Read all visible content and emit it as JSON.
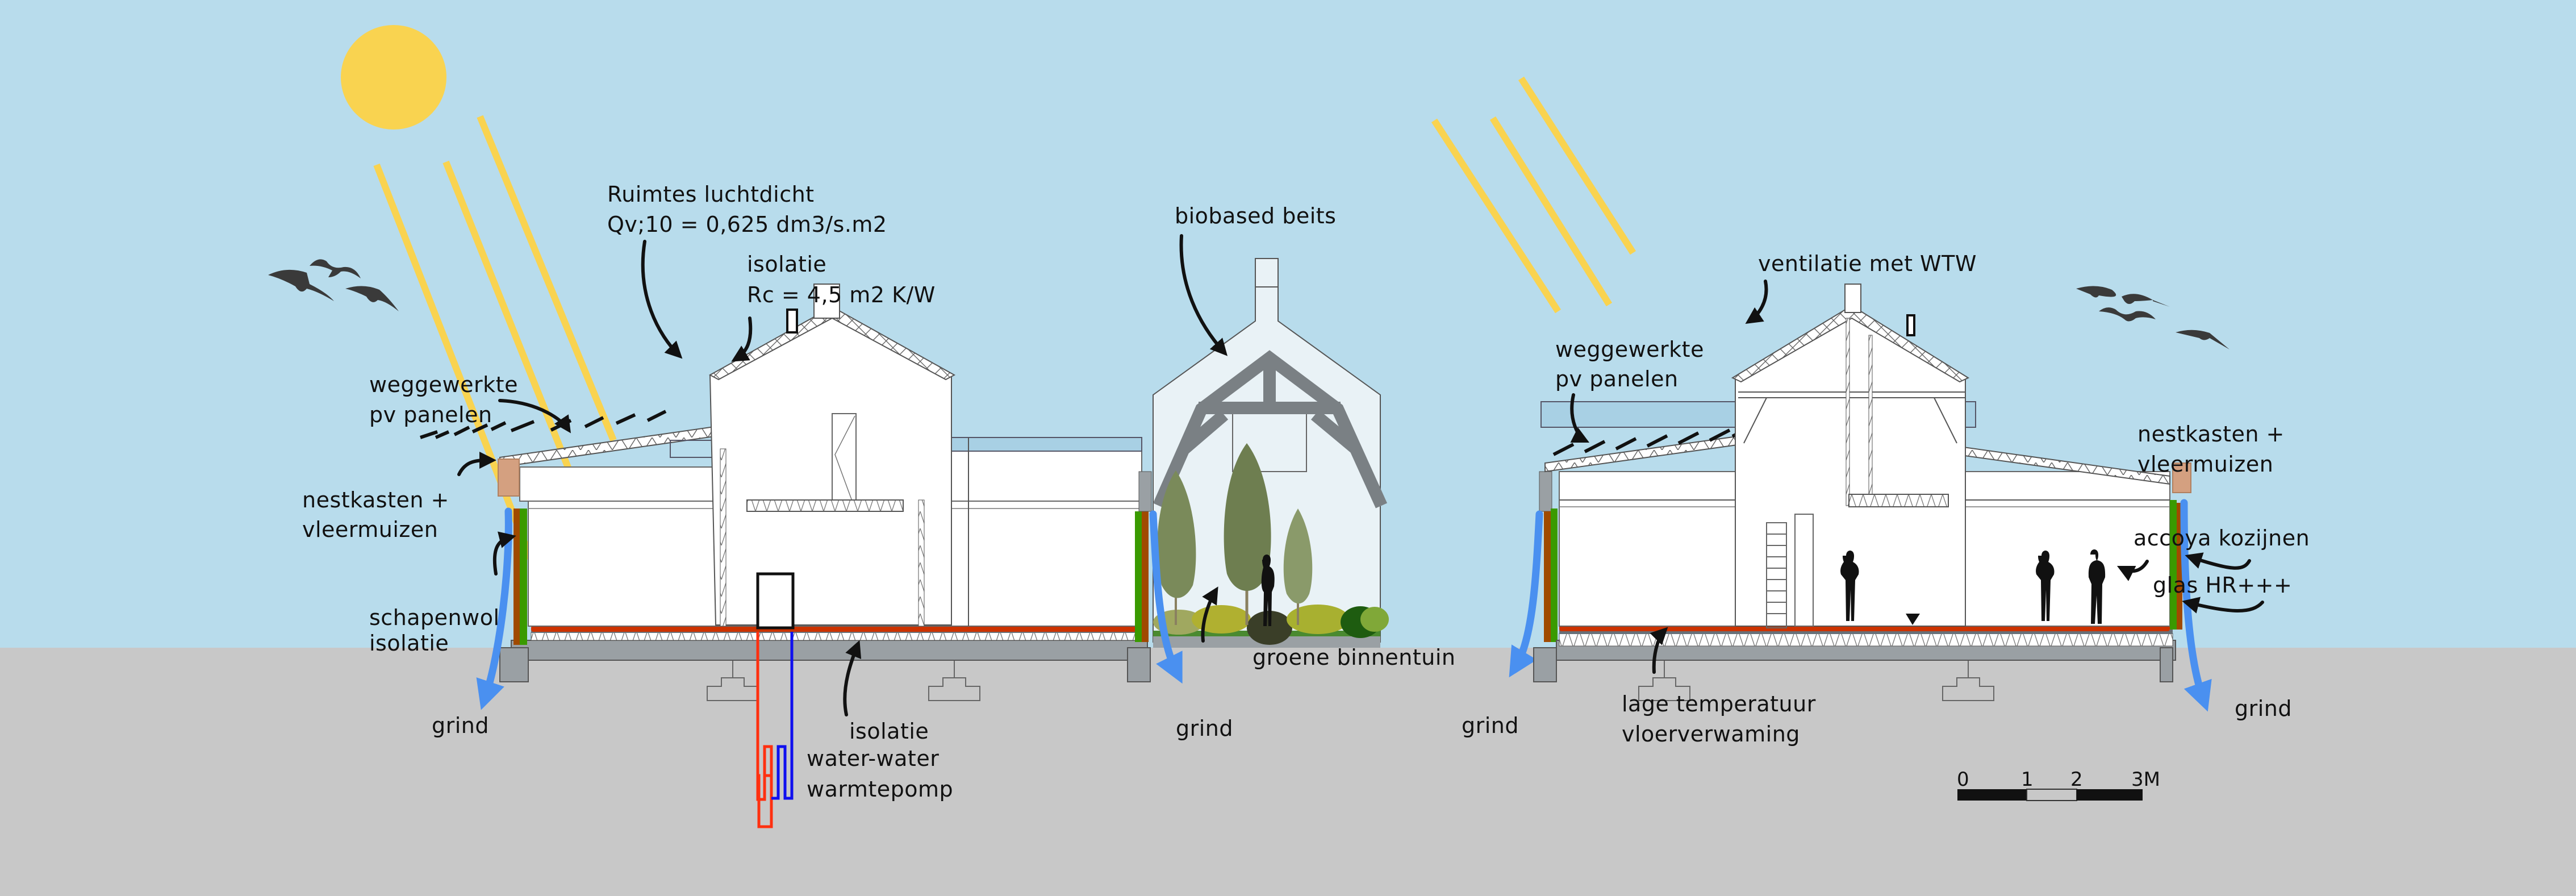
{
  "diagram": {
    "title": "Duurzame doorsnede gebouw met groene binnentuin",
    "colors": {
      "sky": "#b8dcec",
      "ground": "#c8c8c8",
      "sun": "#f9d350",
      "sunrays": "#f9d350",
      "birds": "#3a3a3a",
      "floor_heating": "#cc3300",
      "accoya_frame": "#a04a00",
      "glass_green": "#3a9a00",
      "rain_arrow": "#4a90f0",
      "nest_box": "#d4a080",
      "truss": "#7a8084",
      "concrete": "#9aa0a4",
      "pipe_hot": "#ff3010",
      "pipe_cold": "#1010ee"
    },
    "labels": {
      "airtight_line1": "Ruimtes luchtdicht",
      "airtight_line2": "Qv;10 = 0,625 dm3/s.m2",
      "roof_insulation_line1": "isolatie",
      "roof_insulation_line2": "Rc = 4,5 m2 K/W",
      "biobased": "biobased beits",
      "ventilation": "ventilatie met WTW",
      "pv_left_line1": "weggewerkte",
      "pv_left_line2": "pv panelen",
      "pv_right_line1": "weggewerkte",
      "pv_right_line2": "pv panelen",
      "nest_left_line1": "nestkasten +",
      "nest_left_line2": "vleermuizen",
      "nest_right_line1": "nestkasten +",
      "nest_right_line2": "vleermuizen",
      "sheepwool_line1": "schapenwol",
      "sheepwool_line2": "isolatie",
      "accoya": "accoya kozijnen",
      "glass": "glas HR+++",
      "gravel_1": "grind",
      "gravel_2": "grind",
      "gravel_3": "grind",
      "gravel_4": "grind",
      "floor_insulation": "isolatie",
      "heat_pump_line1": "water-water",
      "heat_pump_line2": "warmtepomp",
      "garden": "groene binnentuin",
      "floor_heating_line1": "lage temperatuur",
      "floor_heating_line2": "vloerverwaming"
    },
    "scale_bar": {
      "ticks": [
        "0",
        "1",
        "2",
        "3M"
      ],
      "unit": "M",
      "segments": [
        "black",
        "white",
        "black"
      ]
    },
    "icons": {
      "sun": "sun-icon",
      "birds": "bird-icon",
      "people": "person-silhouette-icon",
      "trees": "tree-icon",
      "level_marker": "level-triangle-icon"
    }
  }
}
